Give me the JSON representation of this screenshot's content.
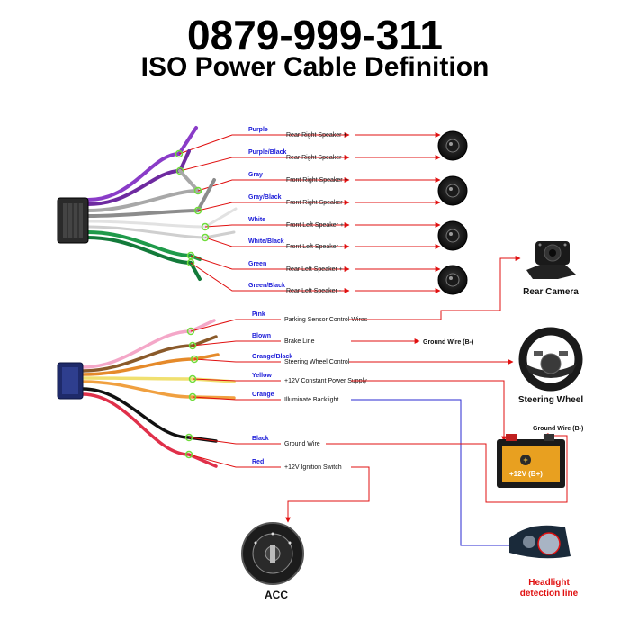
{
  "header": {
    "phone": "0879-999-311",
    "title": "ISO Power Cable Definition"
  },
  "speaker_wires": [
    {
      "color_name": "Purple",
      "function": "Rear Right Speaker +",
      "hex": "#8a3cc8"
    },
    {
      "color_name": "Purple/Black",
      "function": "Rear Right Speaker -",
      "hex": "#6e2aa0"
    },
    {
      "color_name": "Gray",
      "function": "Front Right Speaker +",
      "hex": "#a8a8a8"
    },
    {
      "color_name": "Gray/Black",
      "function": "Front Right Speaker -",
      "hex": "#8c8c8c"
    },
    {
      "color_name": "White",
      "function": "Front Left Speaker +",
      "hex": "#e2e2e2"
    },
    {
      "color_name": "White/Black",
      "function": "Front Left Speaker -",
      "hex": "#cfcfcf"
    },
    {
      "color_name": "Green",
      "function": "Rear Left Speaker +",
      "hex": "#1f9a4a"
    },
    {
      "color_name": "Green/Black",
      "function": "Rear Left Speaker -",
      "hex": "#137a3a"
    }
  ],
  "power_wires": [
    {
      "color_name": "Pink",
      "function": "Parking Sensor Control Wires",
      "hex": "#f4a7c8"
    },
    {
      "color_name": "Blown",
      "function": "Brake Line",
      "hex": "#8a5a2a"
    },
    {
      "color_name": "Orange/Black",
      "function": "Steering Wheel Control",
      "hex": "#e58a2a"
    },
    {
      "color_name": "Yellow",
      "function": "+12V Constant Power Supply",
      "hex": "#f0e070"
    },
    {
      "color_name": "Orange",
      "function": "Illuminate Backlight",
      "hex": "#f0a040"
    },
    {
      "color_name": "Black",
      "function": "Ground Wire",
      "hex": "#111111"
    },
    {
      "color_name": "Red",
      "function": "+12V  Ignition Switch",
      "hex": "#e0304a"
    }
  ],
  "annotations": {
    "brake_ground": "Ground Wire (B-)",
    "battery_ground": "Ground Wire (B-)",
    "battery_plus": "+12V  (B+)"
  },
  "devices": {
    "rear_camera": "Rear Camera",
    "steering_wheel": "Steering Wheel",
    "acc": "ACC",
    "headlight": [
      "Headlight",
      "detection line"
    ]
  },
  "colors": {
    "label_blue": "#1a1ad8",
    "arrow_red": "#e01010",
    "line_blue": "#2a2ad0",
    "node_green": "#6fdc3a"
  }
}
